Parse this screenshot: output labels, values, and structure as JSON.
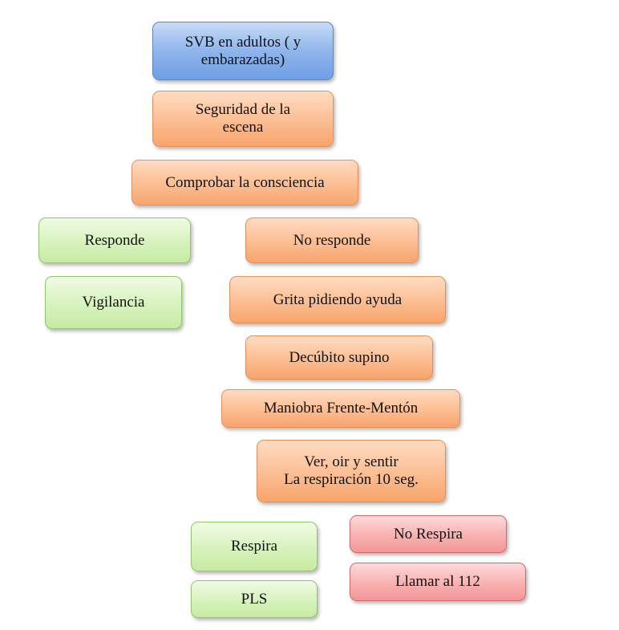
{
  "flowchart": {
    "nodes": {
      "start": "SVB en adultos ( y\nembarazadas)",
      "safety": "Seguridad de la\nescena",
      "check_consciousness": "Comprobar la consciencia",
      "responds": "Responde",
      "surveillance": "Vigilancia",
      "no_response": "No responde",
      "shout_help": "Grita pidiendo ayuda",
      "supine": "Decúbito supino",
      "head_tilt": "Maniobra Frente-Mentón",
      "look_listen_feel": "Ver, oir y sentir\nLa respiración 10 seg.",
      "breathes": "Respira",
      "pls": "PLS",
      "no_breathing": "No Respira",
      "call_112": "Llamar al 112"
    },
    "colors": {
      "blue": "#8fb5ec",
      "orange": "#fcc096",
      "green": "#d9f3c0",
      "red": "#f9b4b4"
    }
  }
}
